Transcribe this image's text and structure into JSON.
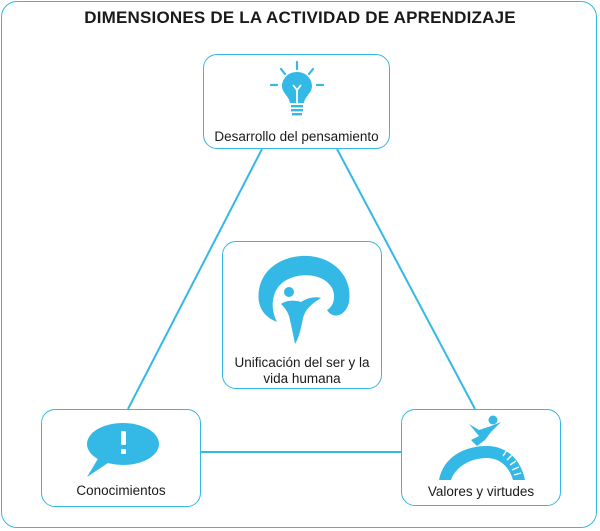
{
  "title": "DIMENSIONES DE LA ACTIVIDAD DE APRENDIZAJE",
  "colors": {
    "accent": "#34b8e6",
    "text": "#1a1a1a"
  },
  "nodes": {
    "top": {
      "label": "Desarrollo del pensamiento",
      "icon": "lightbulb-icon"
    },
    "center": {
      "label_line1": "Unificación del ser y la",
      "label_line2": "vida humana",
      "icon": "person-embrace-icon"
    },
    "left": {
      "label": "Conocimientos",
      "icon": "speech-bubble-exclamation-icon"
    },
    "right": {
      "label": "Valores y virtudes",
      "icon": "person-jump-arc-icon"
    }
  }
}
